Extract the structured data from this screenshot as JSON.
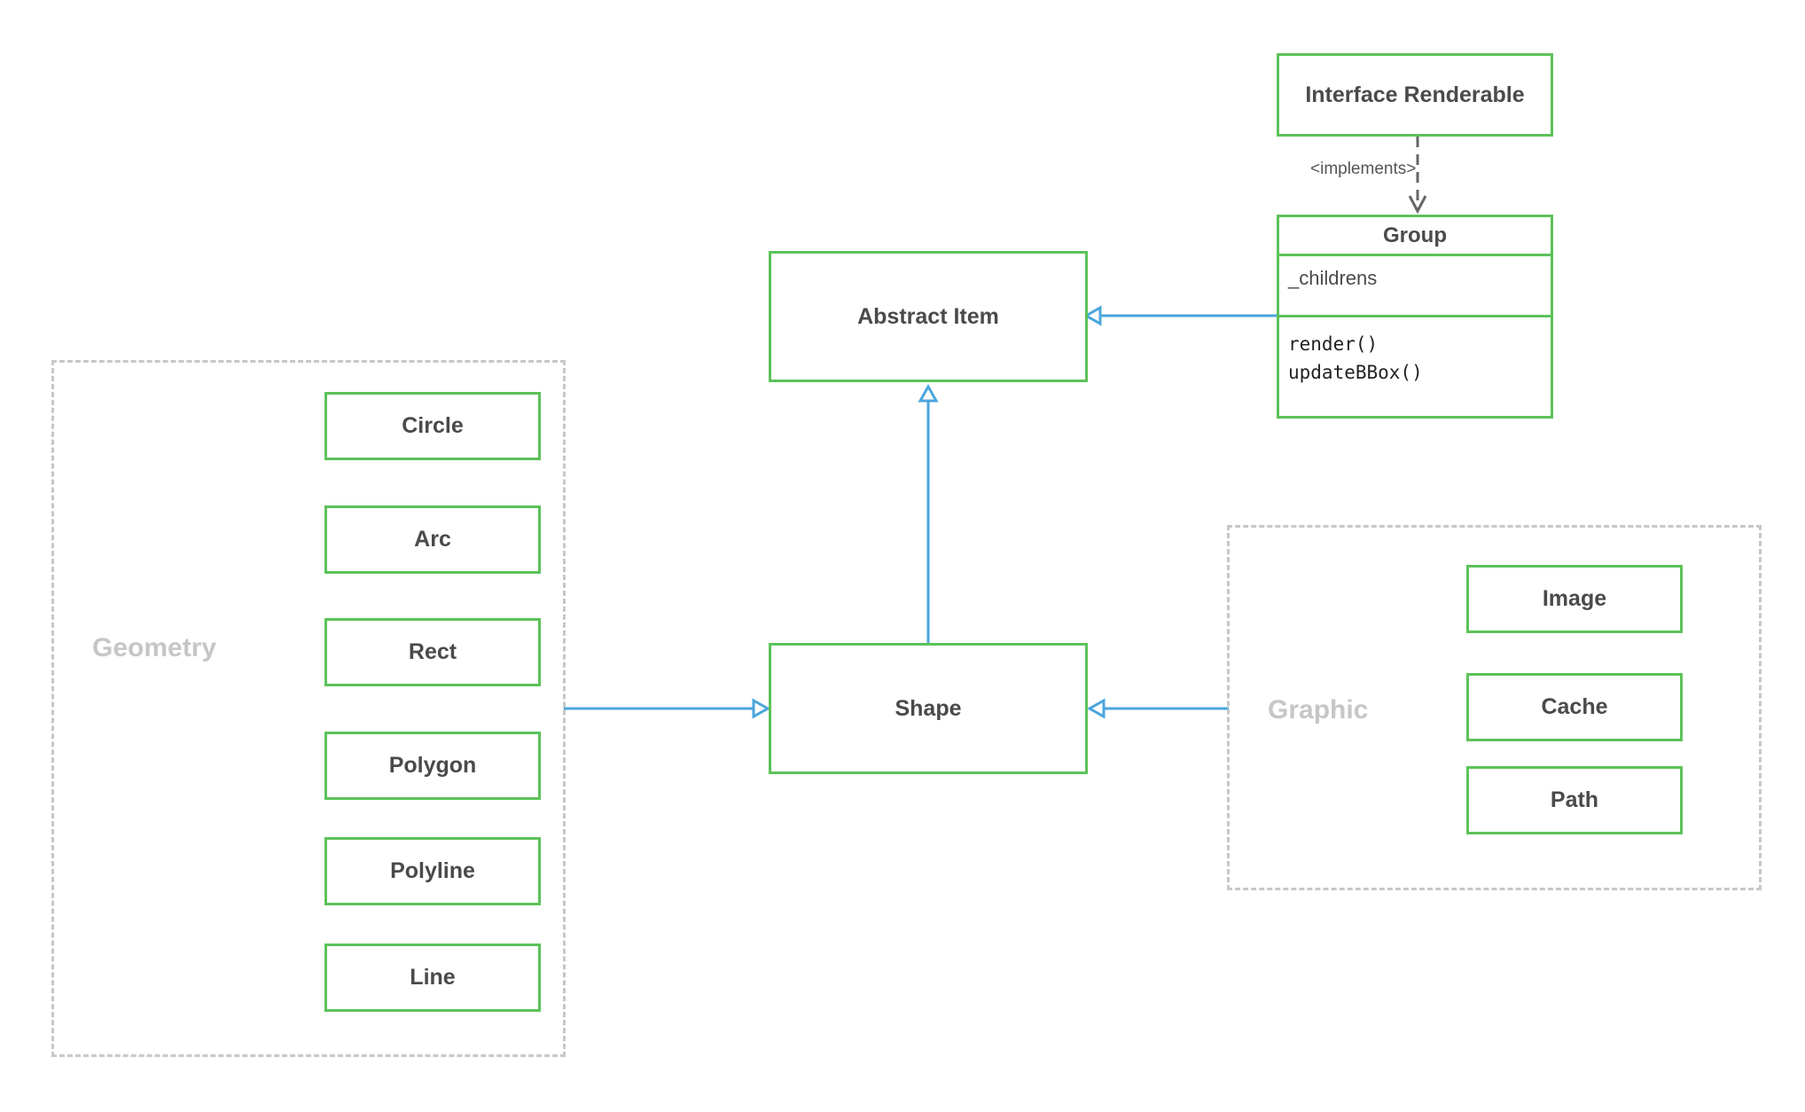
{
  "colors": {
    "node_border": "#5cc25a",
    "group_border": "#c8c8c8",
    "group_label": "#c6c6c6",
    "inheritance_edge": "#4aa6dc",
    "implements_edge": "#666666",
    "text": "#4a4a4a"
  },
  "groups": {
    "geometry": {
      "label": "Geometry"
    },
    "graphic": {
      "label": "Graphic"
    }
  },
  "nodes": {
    "interface_renderable": "Interface Renderable",
    "abstract_item": "Abstract Item",
    "shape": "Shape",
    "geometry_items": [
      "Circle",
      "Arc",
      "Rect",
      "Polygon",
      "Polyline",
      "Line"
    ],
    "graphic_items": [
      "Image",
      "Cache",
      "Path"
    ]
  },
  "group_class": {
    "title": "Group",
    "attributes": [
      "_childrens"
    ],
    "methods": [
      "render()",
      "updateBBox()"
    ]
  },
  "edges": {
    "implements_label": "<implements>"
  }
}
